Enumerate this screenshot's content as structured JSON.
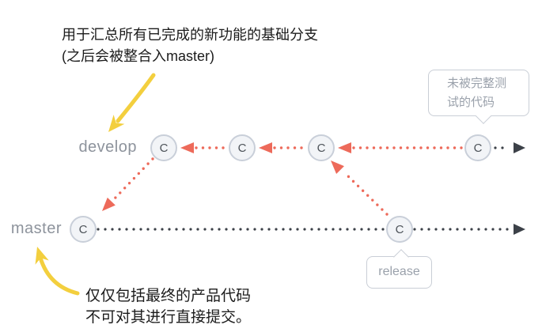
{
  "diagram": {
    "commit_label": "C",
    "branches": [
      {
        "name": "develop",
        "commits": [
          "C",
          "C",
          "C",
          "C"
        ]
      },
      {
        "name": "master",
        "commits": [
          "C",
          "C"
        ]
      }
    ]
  },
  "annotations": {
    "develop_note": {
      "line1": "用于汇总所有已完成的新功能的基础分支",
      "line2": "(之后会被整合入master)"
    },
    "master_note": {
      "line1": "仅仅包括最终的产品代码",
      "line2": "不可对其进行直接提交。"
    },
    "untested_bubble": "未被完整测试的代码",
    "release_bubble": "release"
  },
  "colors": {
    "accent_red": "#ed6a5a",
    "accent_yellow": "#f3cf3e",
    "node_fill": "#f2f4f7",
    "node_border": "#c9cfd9",
    "node_text": "#4d5359",
    "branch_label_text": "#8d939c",
    "bubble_text": "#9aa1ab",
    "bubble_border": "#c9ced6",
    "line_dark": "#3c4148",
    "note_text": "#1b1b1b"
  }
}
